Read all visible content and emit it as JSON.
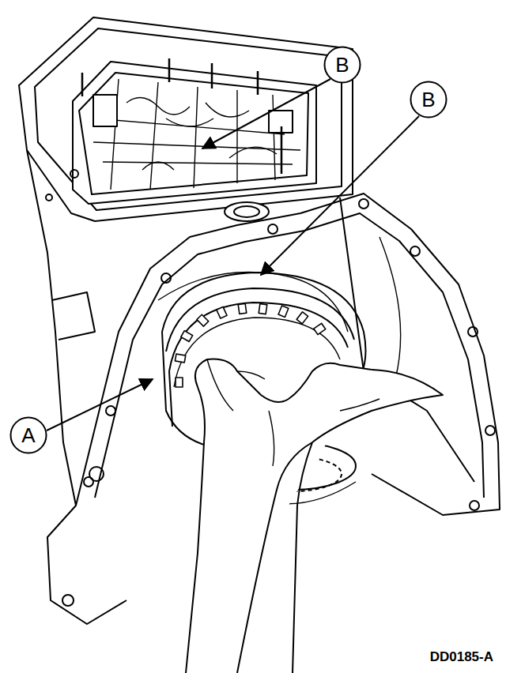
{
  "diagram": {
    "nodes": [
      {
        "text": [
          "B"
        ]
      },
      {
        "text": [
          "B"
        ]
      },
      {
        "text": [
          "A"
        ]
      }
    ],
    "labels": [
      "DD0185-A"
    ]
  }
}
